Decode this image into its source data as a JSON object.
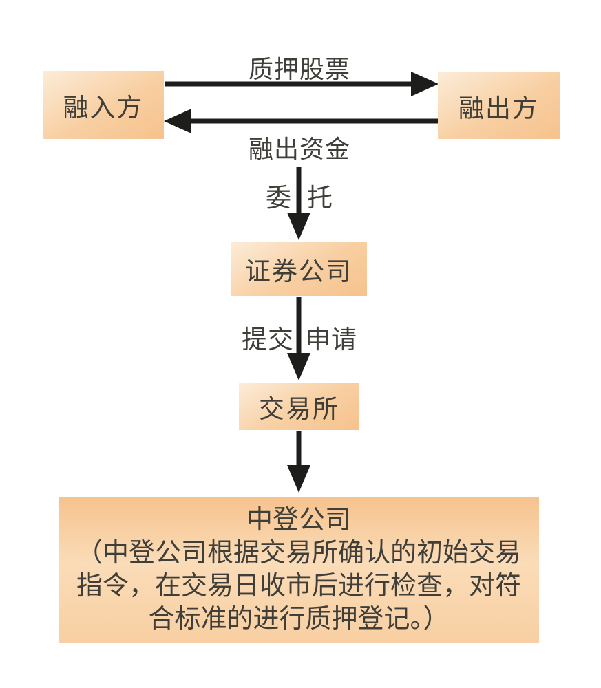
{
  "palette": {
    "background": "#ffffff",
    "box_fill_light": "#fcecd8",
    "box_fill_mid": "#f8cfa2",
    "box_fill_mid2": "#fadcb8",
    "box_fill_dark": "#f6c28d",
    "text": "#3f3e38",
    "arrow": "#1d1d1b"
  },
  "nodes": {
    "borrower": {
      "label": "融入方"
    },
    "lender": {
      "label": "融出方"
    },
    "securities_company": {
      "label": "证券公司"
    },
    "exchange": {
      "label": "交易所"
    },
    "csdc": {
      "title": "中登公司",
      "note_line1": "（中登公司根据交易所确认的初始交易",
      "note_line2": "指令，在交易日收市后进行检查，对符",
      "note_line3": "合标准的进行质押登记。）"
    }
  },
  "edges": {
    "pledge_stock": {
      "label": "质押股票",
      "from": "融入方",
      "to": "融出方"
    },
    "lend_funds": {
      "label": "融出资金",
      "from": "融出方",
      "to": "融入方"
    },
    "entrust": {
      "label_left": "委",
      "label_right": "托",
      "from": "融入方",
      "to": "证券公司"
    },
    "submit_application": {
      "label_left": "提交",
      "label_right": "申请",
      "from": "证券公司",
      "to": "交易所"
    },
    "confirm_register": {
      "label_left": "",
      "label_right": "",
      "from": "交易所",
      "to": "中登公司"
    }
  }
}
